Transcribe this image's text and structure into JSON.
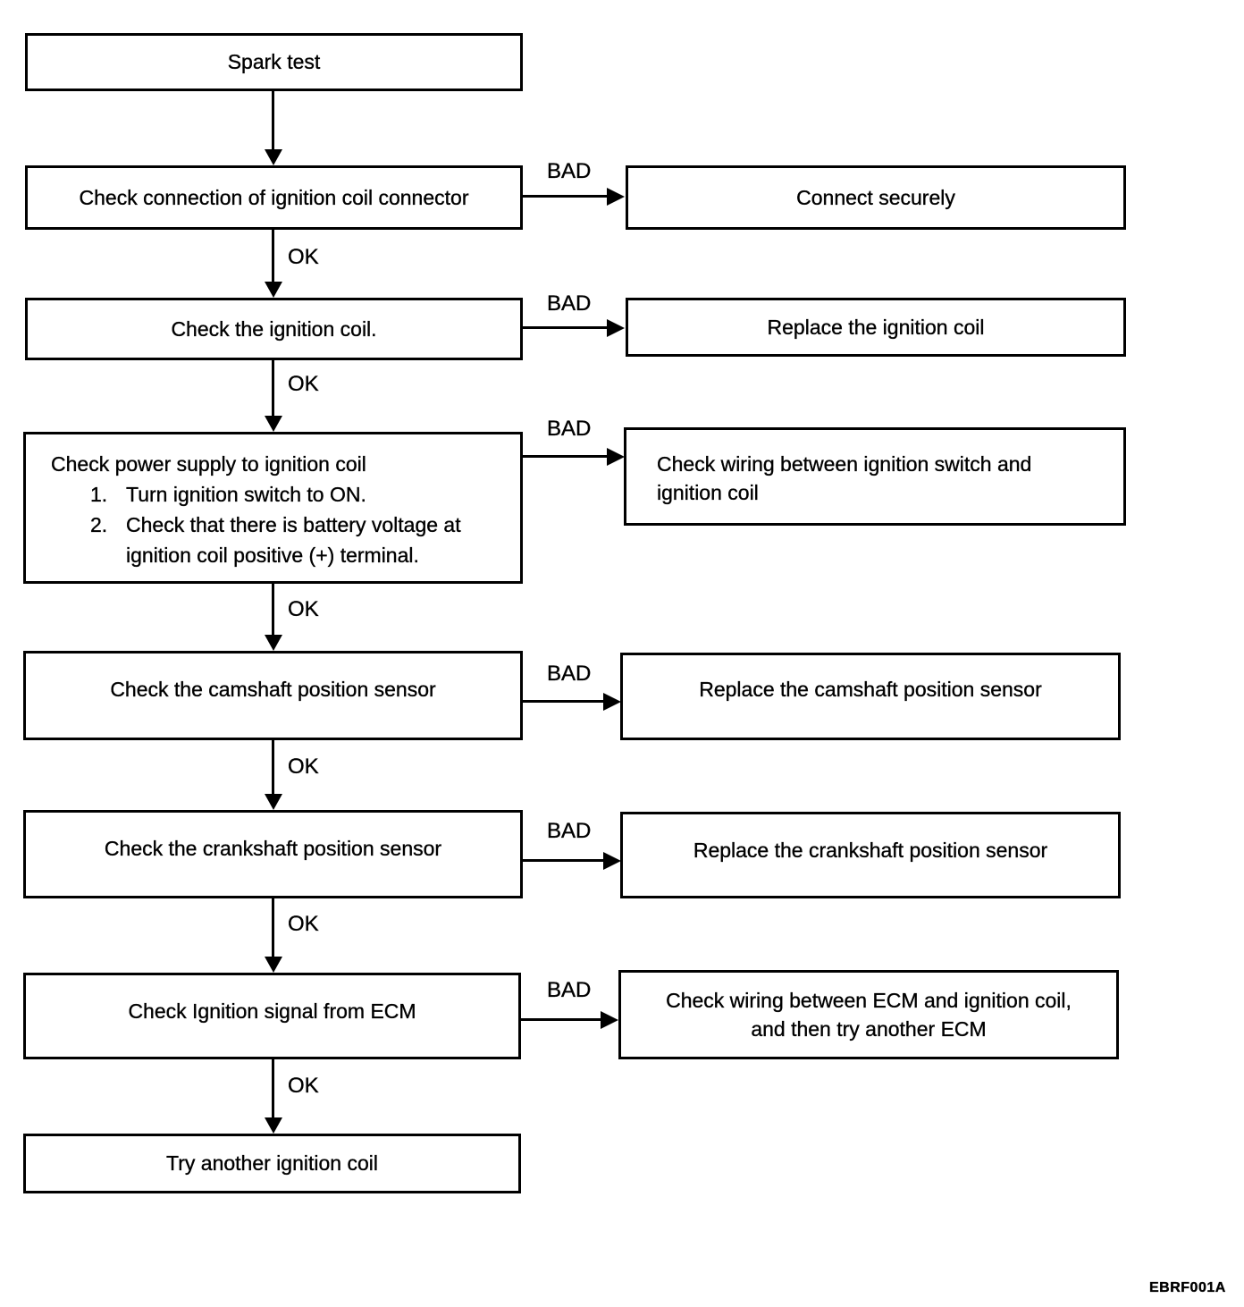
{
  "diagram": {
    "type": "troubleshooting-flowchart",
    "figure_code": "EBRF001A",
    "ok_label": "OK",
    "bad_label": "BAD",
    "start": {
      "label": "Spark test"
    },
    "end": {
      "label": "Try another ignition coil"
    },
    "steps": [
      {
        "check": "Check connection of ignition coil connector",
        "bad_action": "Connect securely"
      },
      {
        "check": "Check the ignition coil.",
        "bad_action": "Replace the ignition coil"
      },
      {
        "check_title": "Check power supply to ignition coil",
        "check_steps": [
          {
            "num": "1.",
            "text": "Turn ignition switch to ON."
          },
          {
            "num": "2.",
            "text": "Check that there is battery voltage at ignition coil positive (+) terminal."
          }
        ],
        "bad_action": "Check wiring between ignition switch and ignition coil"
      },
      {
        "check": "Check the camshaft position sensor",
        "bad_action": "Replace the camshaft position sensor"
      },
      {
        "check": "Check the crankshaft position sensor",
        "bad_action": "Replace the crankshaft position sensor"
      },
      {
        "check": "Check Ignition signal from ECM",
        "bad_action": "Check wiring between ECM and ignition coil, and then try another ECM"
      }
    ]
  }
}
